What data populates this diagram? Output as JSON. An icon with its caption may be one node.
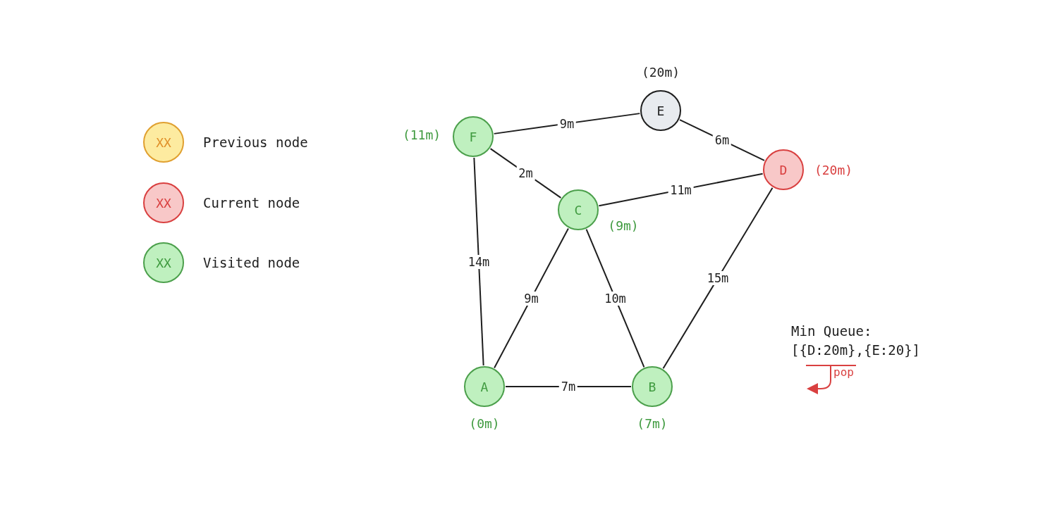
{
  "diagram": {
    "nodes": [
      {
        "text": [
          "E"
        ],
        "beside": [
          "(20m)"
        ]
      },
      {
        "text": [
          "F"
        ],
        "beside": [
          "(11m)"
        ]
      },
      {
        "text": [
          "D"
        ],
        "beside": [
          "(20m)"
        ]
      },
      {
        "text": [
          "C"
        ],
        "beside": [
          "(9m)"
        ]
      },
      {
        "text": [
          "A"
        ],
        "beside": [
          "(0m)"
        ]
      },
      {
        "text": [
          "B"
        ],
        "beside": [
          "(7m)"
        ]
      }
    ],
    "edges": [
      {
        "from": 1,
        "to": 0,
        "arrow": "none",
        "label": "9m"
      },
      {
        "from": 0,
        "to": 2,
        "arrow": "none",
        "label": "6m"
      },
      {
        "from": 1,
        "to": 3,
        "arrow": "none",
        "label": "2m"
      },
      {
        "from": 3,
        "to": 2,
        "arrow": "none",
        "label": "11m"
      },
      {
        "from": 1,
        "to": 4,
        "arrow": "none",
        "label": "14m"
      },
      {
        "from": 3,
        "to": 4,
        "arrow": "none",
        "label": "9m"
      },
      {
        "from": 3,
        "to": 5,
        "arrow": "none",
        "label": "10m"
      },
      {
        "from": 2,
        "to": 5,
        "arrow": "none",
        "label": "15m"
      },
      {
        "from": 4,
        "to": 5,
        "arrow": "none",
        "label": "7m"
      }
    ],
    "labels": [
      "XX",
      "XX",
      "XX",
      "Min Queue:",
      "[{D:20m},{E:20}]",
      "pop"
    ],
    "legend": [
      {
        "text": "Previous node",
        "color": "#fdeba0"
      },
      {
        "text": "Current node",
        "color": "#f8c8c8"
      },
      {
        "text": "Visited node",
        "color": "#bff0bf"
      }
    ]
  }
}
